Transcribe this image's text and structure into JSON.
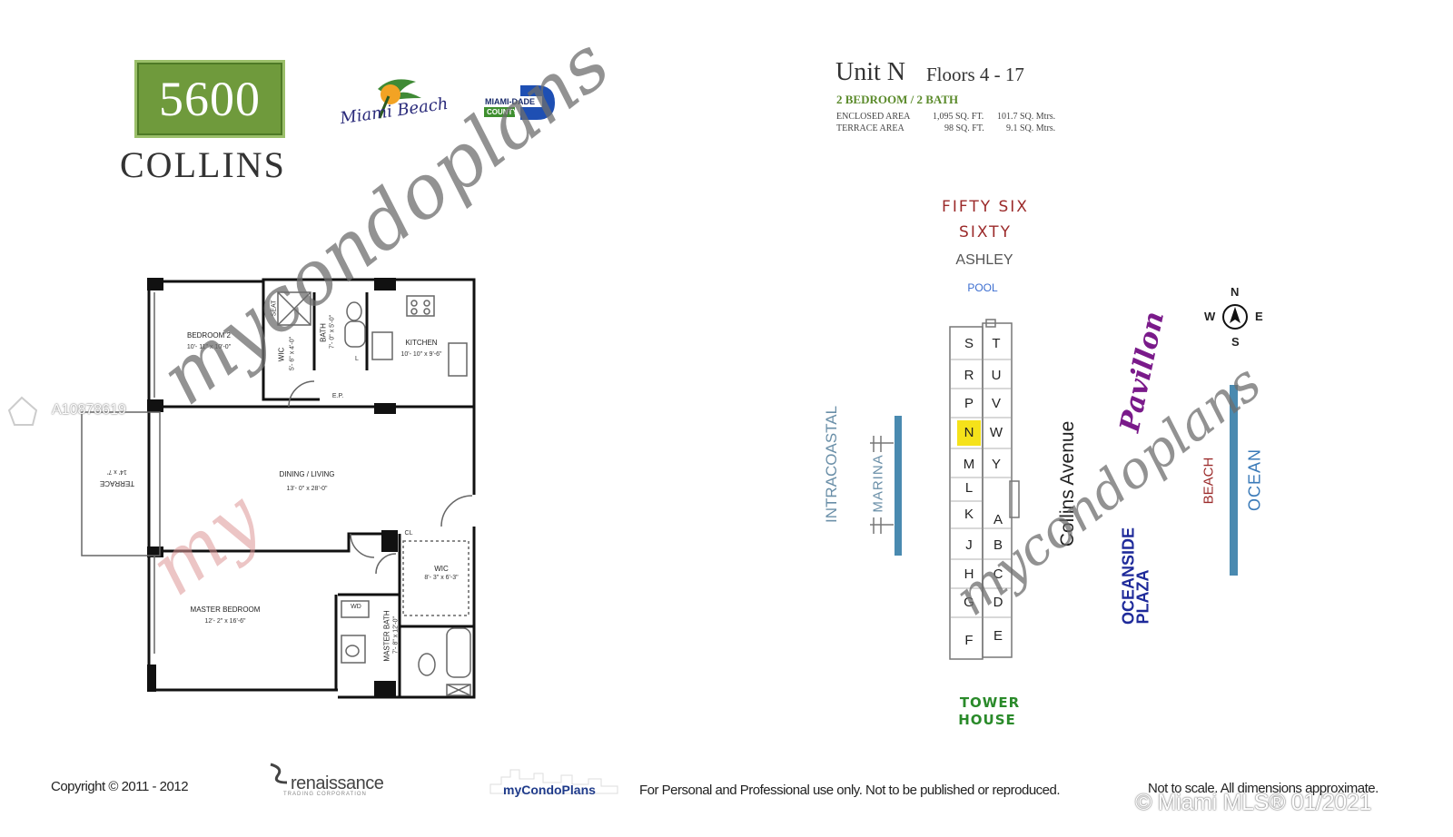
{
  "brand": {
    "logo_number": "5600",
    "logo_word": "COLLINS",
    "city_logo": "Miami Beach",
    "county_logo_line1": "MIAMI-DADE",
    "county_logo_line2": "COUNTY"
  },
  "unit": {
    "title": "Unit N",
    "floors": "Floors 4 - 17",
    "bedrooms": "2 BEDROOM / 2 BATH",
    "areas": [
      {
        "label": "ENCLOSED AREA",
        "sqft": "1,095 SQ. FT.",
        "sqm": "101.7 SQ. Mtrs."
      },
      {
        "label": "TERRACE AREA",
        "sqft": "98 SQ. FT.",
        "sqm": "9.1 SQ. Mtrs."
      }
    ]
  },
  "floor_plan": {
    "rooms": [
      {
        "name": "BEDROOM 2",
        "dims": "10'- 11\" x 10'-0\""
      },
      {
        "name": "KITCHEN",
        "dims": "10'- 10\" x 9'-6\""
      },
      {
        "name": "DINING / LIVING",
        "dims": "13'- 0\" x 28'-0\""
      },
      {
        "name": "MASTER BEDROOM",
        "dims": "12'- 2\" x 16'-6\""
      },
      {
        "name": "WIC",
        "dims": "8'- 3\" x 6'-3\""
      },
      {
        "name": "MASTER BATH",
        "dims": "7'- 8\" x 12'-0\""
      },
      {
        "name": "BATH",
        "dims": "7'- 0\" x 5'-0\""
      },
      {
        "name": "WIC",
        "dims": "5'- 6\" x 4'-0\""
      },
      {
        "name": "TERRACE",
        "dims": "14' x 7'"
      }
    ],
    "small_labels": {
      "seat": "SEAT",
      "ep": "E.P.",
      "cl": "CL",
      "wd": "WD",
      "l": "L"
    }
  },
  "site_plan": {
    "fifty_six": "FIFTY SIX",
    "sixty": "SIXTY",
    "ashley": "ASHLEY",
    "pool": "POOL",
    "intracoastal": "INTRACOASTAL",
    "marina": "MARINA",
    "collins_avenue": "Collins Avenue",
    "pavillon": "Pavillon",
    "beach": "BEACH",
    "ocean": "OCEAN",
    "oceanside": "OCEANSIDE",
    "plaza": "PLAZA",
    "tower": "TOWER",
    "house": "HOUSE",
    "left_units": [
      "S",
      "R",
      "P",
      "N",
      "M",
      "L",
      "K",
      "J",
      "H",
      "G",
      "F"
    ],
    "right_units": [
      "T",
      "U",
      "V",
      "W",
      "Y",
      "A",
      "B",
      "C",
      "D",
      "E"
    ],
    "highlighted_unit": "N",
    "highlight_color": "#f5e21a",
    "compass": {
      "n": "N",
      "s": "S",
      "e": "E",
      "w": "W"
    }
  },
  "watermark": {
    "text": "mycondoplans",
    "first_letters": "my"
  },
  "listing": {
    "mls_id": "A10878619",
    "mls_stamp": "© Miami MLS® 01/2021"
  },
  "footer": {
    "copyright": "Copyright © 2011 - 2012",
    "renaissance": "renaissance",
    "renaissance_sub": "TRADING CORPORATION",
    "mycondoplans": "myCondoPlans",
    "usage_note": "For Personal and Professional use only.  Not to be published or reproduced.",
    "scale_note": "Not to scale.  All dimensions approximate."
  }
}
